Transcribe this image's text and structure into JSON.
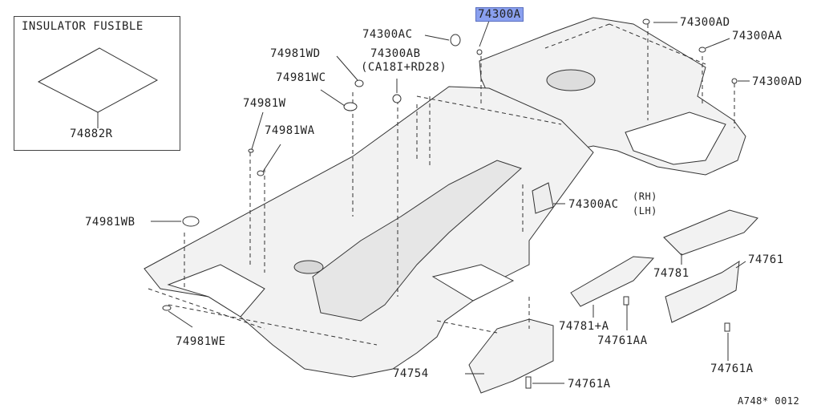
{
  "inset": {
    "title": "INSULATOR FUSIBLE",
    "part": "74882R"
  },
  "labels": {
    "p74300A": "74300A",
    "p74300AC_top": "74300AC",
    "p74300AB": "74300AB",
    "p74300AB_note": "(CA18I+RD28)",
    "p74300AD_top": "74300AD",
    "p74300AA": "74300AA",
    "p74300AD_right": "74300AD",
    "p74981WD": "74981WD",
    "p74981WC": "74981WC",
    "p74981W": "74981W",
    "p74981WA": "74981WA",
    "p74981WB": "74981WB",
    "p74981WE": "74981WE",
    "p74300AC_side": "74300AC",
    "p74300AC_rh": "(RH)",
    "p74300AC_lh": "(LH)",
    "p74781": "74781",
    "p74761": "74761",
    "p74781A": "74781+A",
    "p74761AA": "74761AA",
    "p74761A_right": "74761A",
    "p74754": "74754",
    "p74761A_bottom": "74761A"
  },
  "footer": {
    "code": "A748* 0012"
  },
  "colors": {
    "highlight": "#8aa0ef",
    "line": "#333333",
    "floor": "#f2f2f2",
    "hole": "#d8d8d8"
  }
}
